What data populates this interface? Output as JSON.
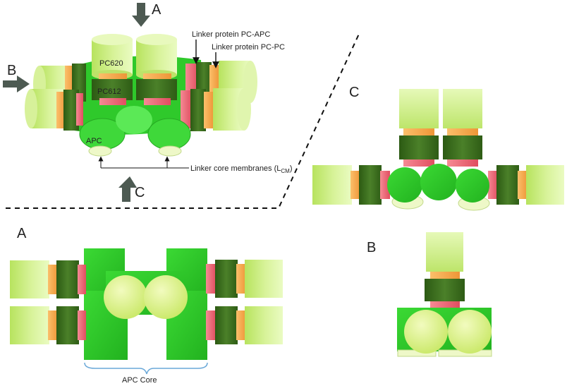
{
  "labels": {
    "view_a_arrow": "A",
    "view_b_arrow": "B",
    "view_c_arrow": "C",
    "pc620": "PC620",
    "pc612": "PC612",
    "apc": "APC",
    "linker_pc_apc": "Linker protein PC-APC",
    "linker_pc_pc": "Linker protein PC-PC",
    "linker_core_prefix": "Linker core membranes (L",
    "linker_core_sub": "CM",
    "linker_core_suffix": ")",
    "panel_a": "A",
    "panel_b": "B",
    "panel_c": "C",
    "apc_core": "APC Core"
  },
  "colors": {
    "pc620_light": "#c8ec7c",
    "pc612_dark": "#3b6f1b",
    "apc_green": "#2ecf2a",
    "apc_core_ball": "#d9f08a",
    "linker_orange": "#f5a44a",
    "linker_pink": "#ee6070",
    "lcm_pale": "#eef8c8",
    "arrow_gray": "#4d5a52"
  }
}
